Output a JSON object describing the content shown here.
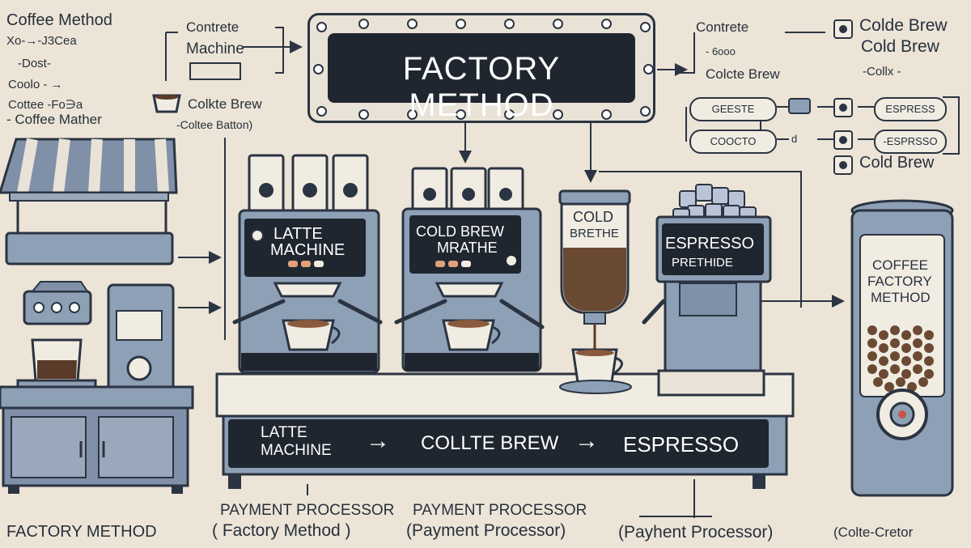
{
  "title": "FACTORY METHOD",
  "top_left": {
    "list_heading": "Coffee Method",
    "list_items": [
      "Xo-→-J3Cea",
      "-Dost-",
      "Coolo - →",
      "Cottee -Fo∋a"
    ],
    "list_footer": "- Coffee Mather",
    "contrete_label": "Contrete",
    "machine_label": "Machine",
    "colte_brew": "Colkte Brew",
    "button_caption": "-Coltee Batton)"
  },
  "top_right": {
    "contrete": "Contrete",
    "colde_brew": "Colde Brew",
    "cold_brew": "Cold Brew",
    "bold_note": "- 6ooo",
    "colcte_brew": "Colcte Brew",
    "collx": "-Collx -",
    "pill_a": "GEESTE",
    "pill_b": "ESPRESS",
    "pill_c": "COOCTO",
    "pill_d": "-ESPRSSO",
    "cold_brew_bottom": "Cold Brew",
    "small_d": "d"
  },
  "machines": {
    "latte_panel": [
      "LATTE",
      "MACHINE"
    ],
    "cold_panel": [
      "COLD BREW",
      "MRATHE"
    ],
    "jar": [
      "COLD",
      "BRETHE"
    ],
    "espresso_panel": [
      "ESPRESSO",
      "PRETHIDE"
    ],
    "grinder": [
      "COFFEE",
      "FACTORY",
      "METHOD"
    ]
  },
  "banner": {
    "latte": [
      "LATTE",
      "MACHINE"
    ],
    "arrow1": "→",
    "colte": "COLLTE BREW",
    "arrow2": "→",
    "espresso": "ESPRESSO"
  },
  "footer": {
    "left": "FACTORY METHOD",
    "pp1": "PAYMENT PROCESSOR",
    "pp1_sub": "( Factory Method )",
    "pp2": "PAYMENT PROCESSOR",
    "pp2_sub": "(Payment Processor)",
    "pp3": "(Payhent Processor)",
    "right": "(Colte-Cretor"
  }
}
